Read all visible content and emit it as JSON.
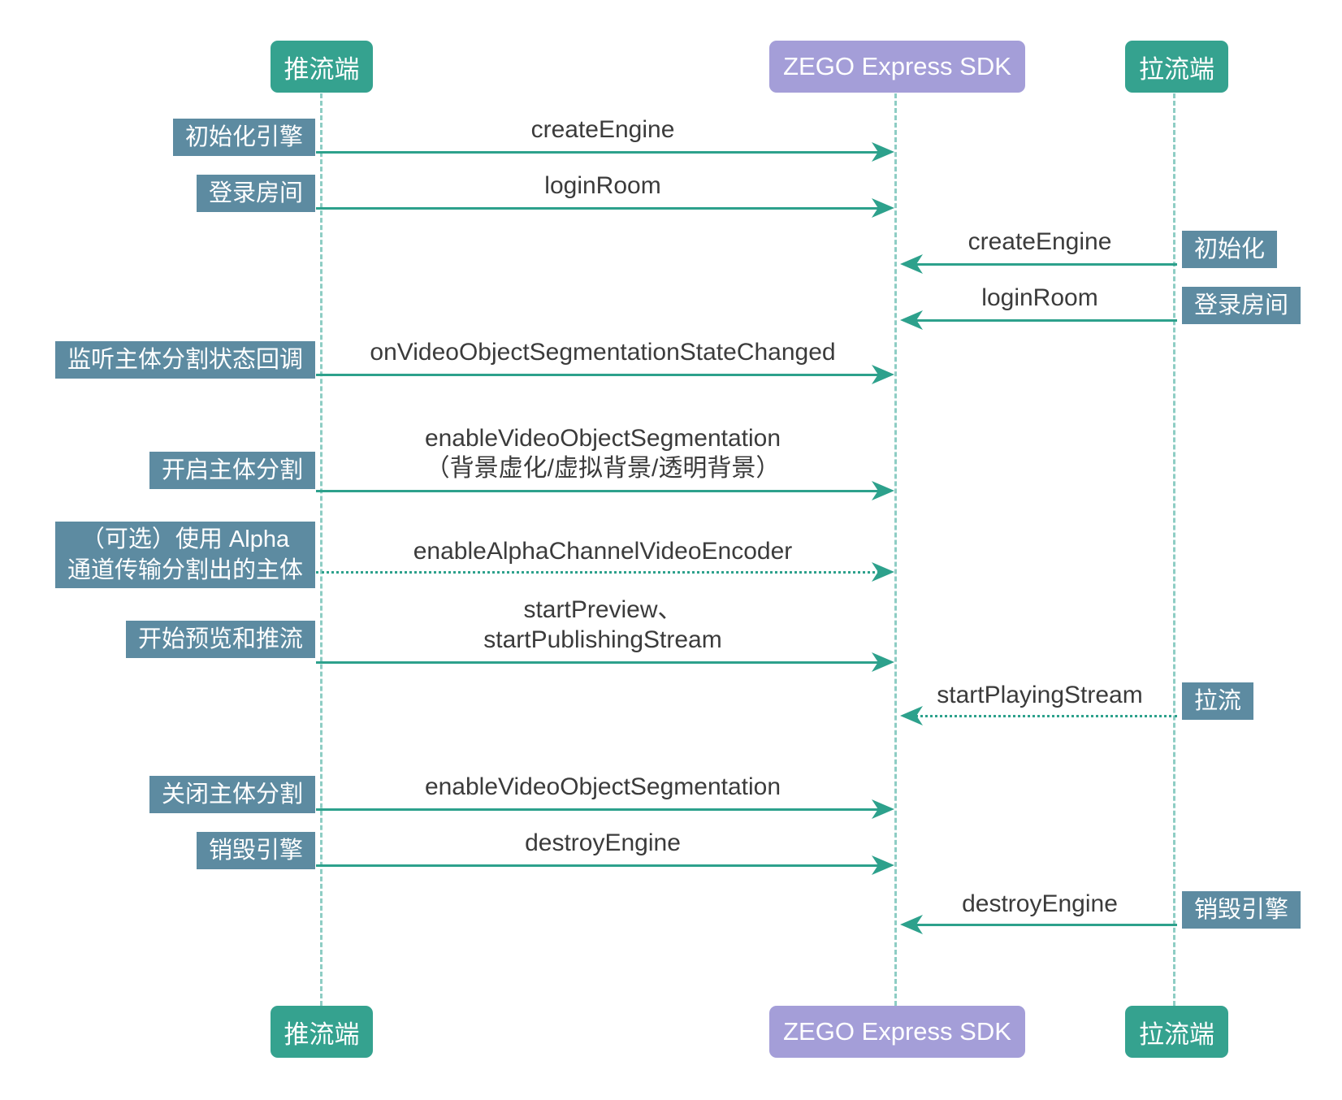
{
  "actors": {
    "publisher": "推流端",
    "sdk": "ZEGO Express SDK",
    "player": "拉流端"
  },
  "colors": {
    "actor_green": "#35a28f",
    "actor_purple": "#a49ed8",
    "step_slate": "#5d8ba1",
    "arrow_teal": "#2da18c",
    "lifeline_teal": "#8ecdc4",
    "message_text": "#3b3b3b"
  },
  "rows": [
    {
      "step": "初始化引擎",
      "message": "createEngine",
      "from": "推流端",
      "to": "ZEGO Express SDK",
      "line_style": "solid"
    },
    {
      "step": "登录房间",
      "message": "loginRoom",
      "from": "推流端",
      "to": "ZEGO Express SDK",
      "line_style": "solid"
    },
    {
      "step": "初始化",
      "message": "createEngine",
      "from": "拉流端",
      "to": "ZEGO Express SDK",
      "line_style": "solid"
    },
    {
      "step": "登录房间",
      "message": "loginRoom",
      "from": "拉流端",
      "to": "ZEGO Express SDK",
      "line_style": "solid"
    },
    {
      "step": "监听主体分割状态回调",
      "message": "onVideoObjectSegmentationStateChanged",
      "from": "推流端",
      "to": "ZEGO Express SDK",
      "line_style": "solid"
    },
    {
      "step": "开启主体分割",
      "message": "enableVideoObjectSegmentation",
      "message_line2": "（背景虚化/虚拟背景/透明背景）",
      "from": "推流端",
      "to": "ZEGO Express SDK",
      "line_style": "solid"
    },
    {
      "step_line1": "（可选）使用 Alpha",
      "step_line2": "通道传输分割出的主体",
      "message": "enableAlphaChannelVideoEncoder",
      "from": "推流端",
      "to": "ZEGO Express SDK",
      "line_style": "dotted"
    },
    {
      "step": "开始预览和推流",
      "message": "startPreview、",
      "message_line2": "startPublishingStream",
      "from": "推流端",
      "to": "ZEGO Express SDK",
      "line_style": "solid"
    },
    {
      "step": "拉流",
      "message": "startPlayingStream",
      "from": "拉流端",
      "to": "ZEGO Express SDK",
      "line_style": "dotted"
    },
    {
      "step": "关闭主体分割",
      "message": "enableVideoObjectSegmentation",
      "from": "推流端",
      "to": "ZEGO Express SDK",
      "line_style": "solid"
    },
    {
      "step": "销毁引擎",
      "message": "destroyEngine",
      "from": "推流端",
      "to": "ZEGO Express SDK",
      "line_style": "solid"
    },
    {
      "step": "销毁引擎",
      "message": "destroyEngine",
      "from": "拉流端",
      "to": "ZEGO Express SDK",
      "line_style": "solid"
    }
  ]
}
